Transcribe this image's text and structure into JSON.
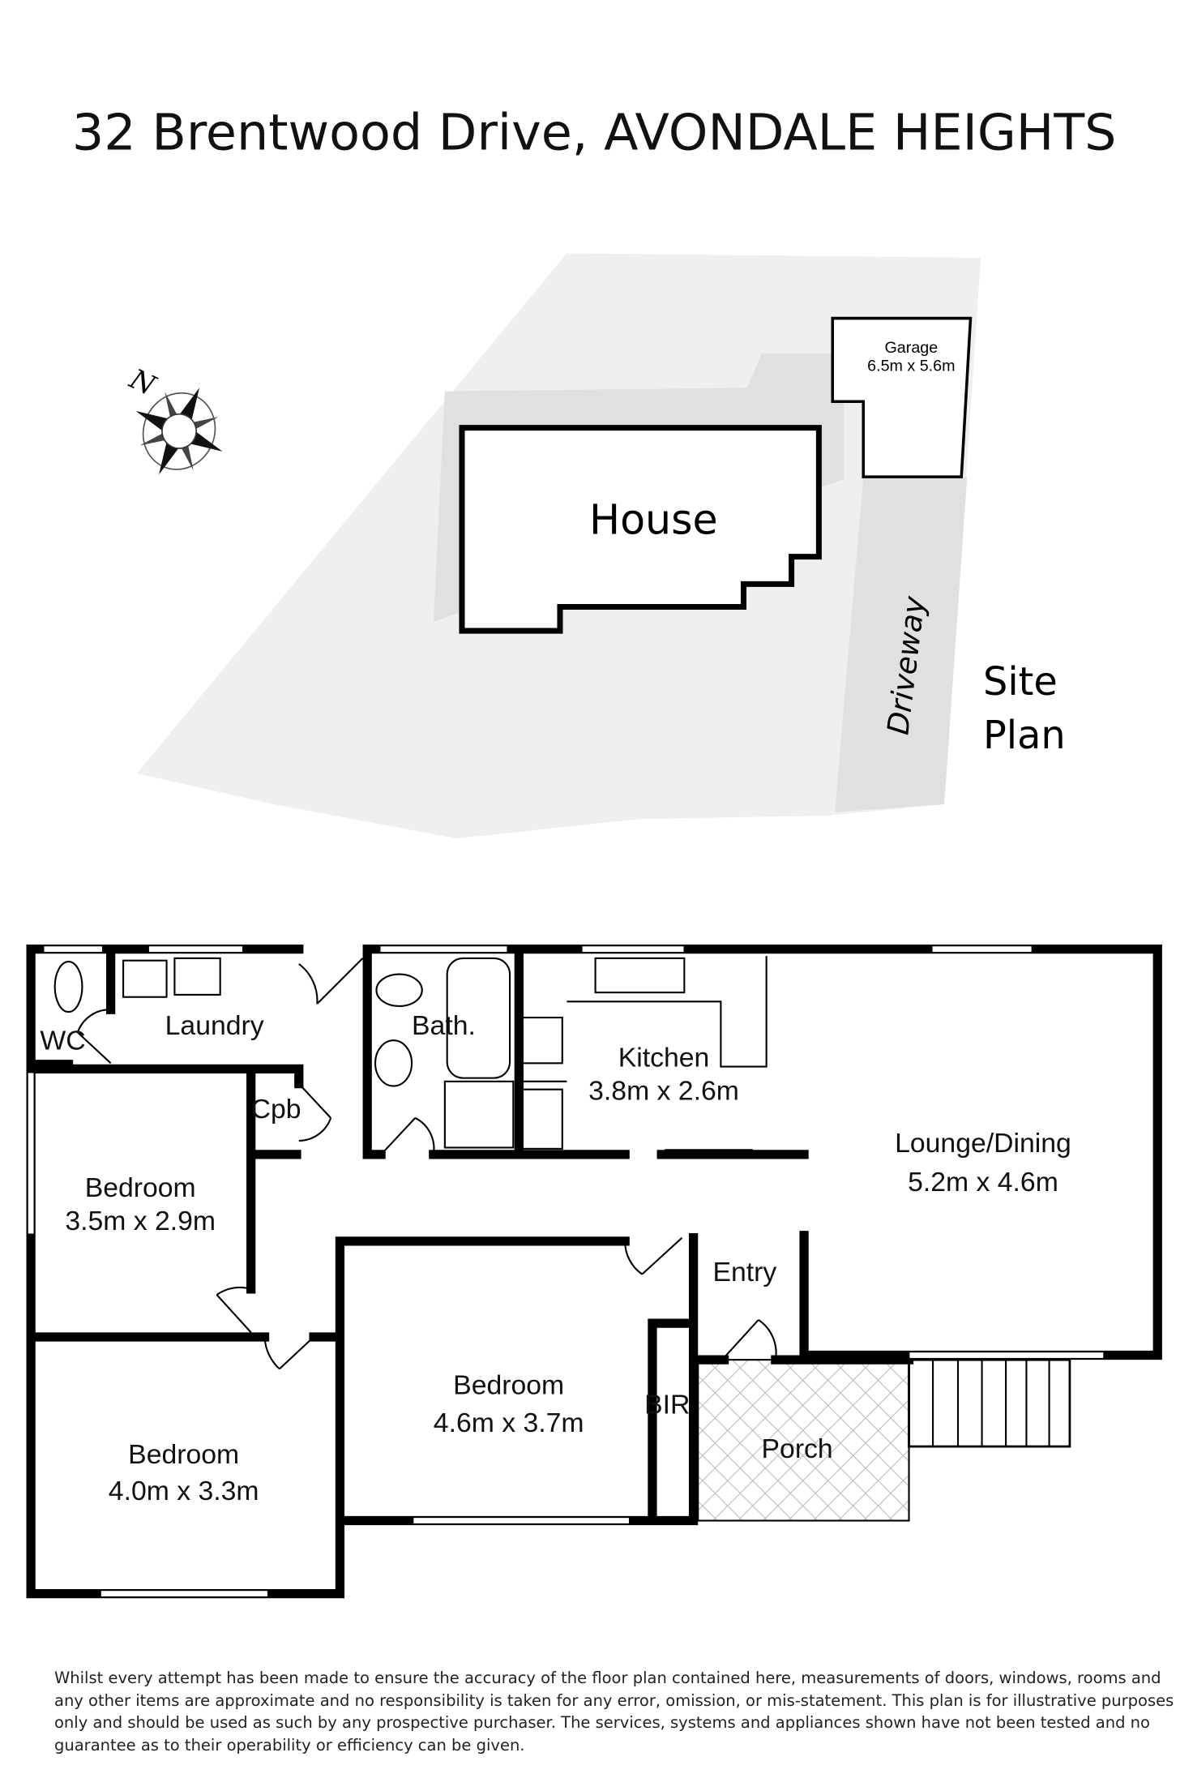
{
  "title": "32 Brentwood Drive, AVONDALE HEIGHTS",
  "site_plan": {
    "house_label": "House",
    "garage_label": "Garage",
    "garage_size": "6.5m x 5.6m",
    "driveway_label": "Driveway",
    "heading_line1": "Site",
    "heading_line2": "Plan",
    "compass_letter": "N"
  },
  "floor_plan": {
    "rooms": {
      "wc": "WC",
      "laundry": "Laundry",
      "bath": "Bath.",
      "kitchen": "Kitchen",
      "kitchen_size": "3.8m x 2.6m",
      "lounge": "Lounge/Dining",
      "lounge_size": "5.2m x 4.6m",
      "cpb": "Cpb",
      "bedroom1": "Bedroom",
      "bedroom1_size": "3.5m x 2.9m",
      "entry": "Entry",
      "bedroom2": "Bedroom",
      "bedroom2_size": "4.6m x 3.7m",
      "bir": "BIR",
      "porch": "Porch",
      "bedroom3": "Bedroom",
      "bedroom3_size": "4.0m x 3.3m"
    }
  },
  "disclaimer": [
    "Whilst every attempt has been made to ensure the accuracy of the floor plan contained here, measurements of doors, windows, rooms and",
    "any other items are approximate and no responsibility is taken for any error, omission, or mis-statement. This plan is for illustrative purposes",
    "only and should be used as such by any prospective purchaser. The services, systems and appliances shown have not been tested and no",
    "guarantee as to their operability or efficiency can be given."
  ]
}
